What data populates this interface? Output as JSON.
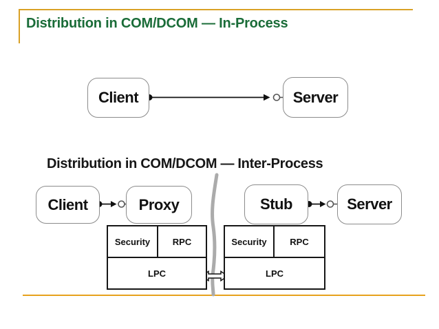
{
  "slide": {
    "title": "Distribution in COM/DCOM — In-Process",
    "title_color": "#1a6c38",
    "accent_gold": "#d9a125",
    "boundary_gray": "#ababab"
  },
  "in_process_diagram": {
    "client_label": "Client",
    "server_label": "Server"
  },
  "inter_process_diagram": {
    "heading": "Distribution in COM/DCOM — Inter-Process",
    "client_label": "Client",
    "proxy_label": "Proxy",
    "stub_label": "Stub",
    "server_label": "Server",
    "client_stack": {
      "security": "Security",
      "rpc": "RPC",
      "lpc": "LPC"
    },
    "server_stack": {
      "security": "Security",
      "rpc": "RPC",
      "lpc": "LPC"
    }
  },
  "icons": {
    "connection_dot": "filled-dot",
    "interface_lollipop": "open-circle",
    "arrowhead": "solid-right-arrow",
    "lpc_link": "hollow-double-arrow",
    "process_boundary": "gray-wavy-line"
  }
}
